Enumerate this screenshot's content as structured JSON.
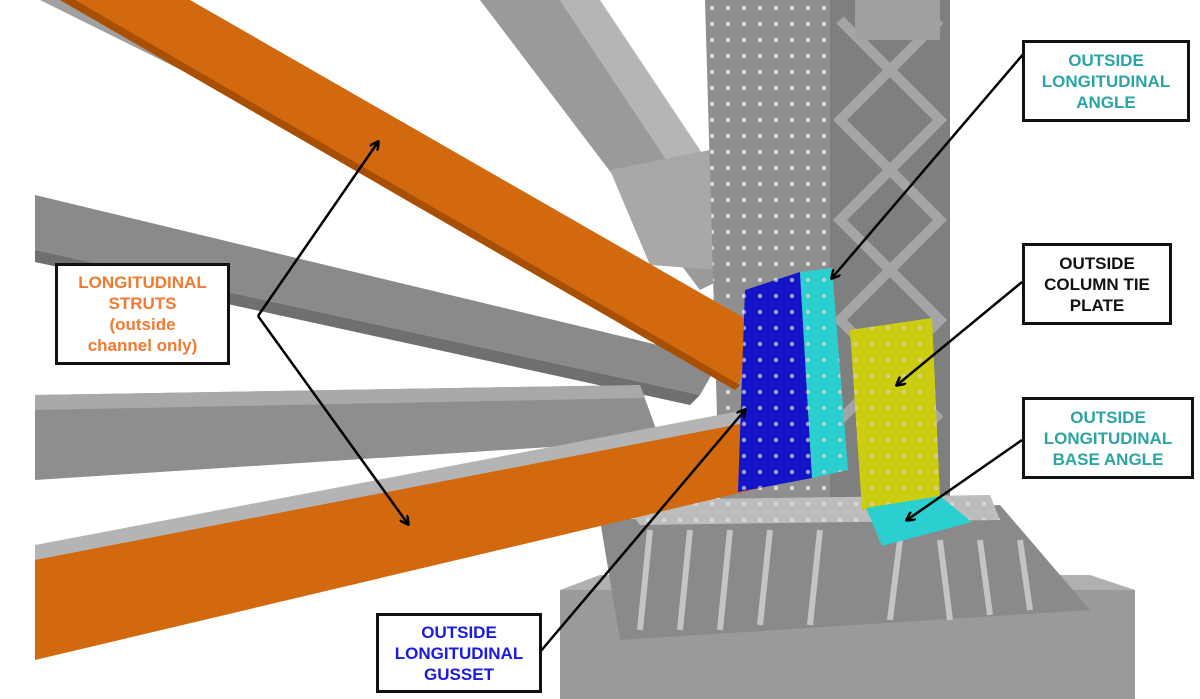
{
  "colors": {
    "strut": "#d2690e",
    "gusset": "#1414c8",
    "angle": "#2ccfcf",
    "tie_plate": "#cccc10",
    "steel": "#8c8c8c",
    "label_orange": "#ef7a30",
    "label_teal": "#2aa4a4",
    "label_blue": "#1a1ae0",
    "label_black": "#111111"
  },
  "labels": {
    "struts": {
      "lines": [
        "LONGITUDINAL",
        "STRUTS",
        "(outside",
        "channel only)"
      ]
    },
    "angle": {
      "lines": [
        "OUTSIDE",
        "LONGITUDINAL",
        "ANGLE"
      ]
    },
    "tie_plate": {
      "lines": [
        "OUTSIDE",
        "COLUMN TIE",
        "PLATE"
      ]
    },
    "base_angle": {
      "lines": [
        "OUTSIDE",
        "LONGITUDINAL",
        "BASE ANGLE"
      ]
    },
    "gusset": {
      "lines": [
        "OUTSIDE",
        "LONGITUDINAL",
        "GUSSET"
      ]
    }
  }
}
